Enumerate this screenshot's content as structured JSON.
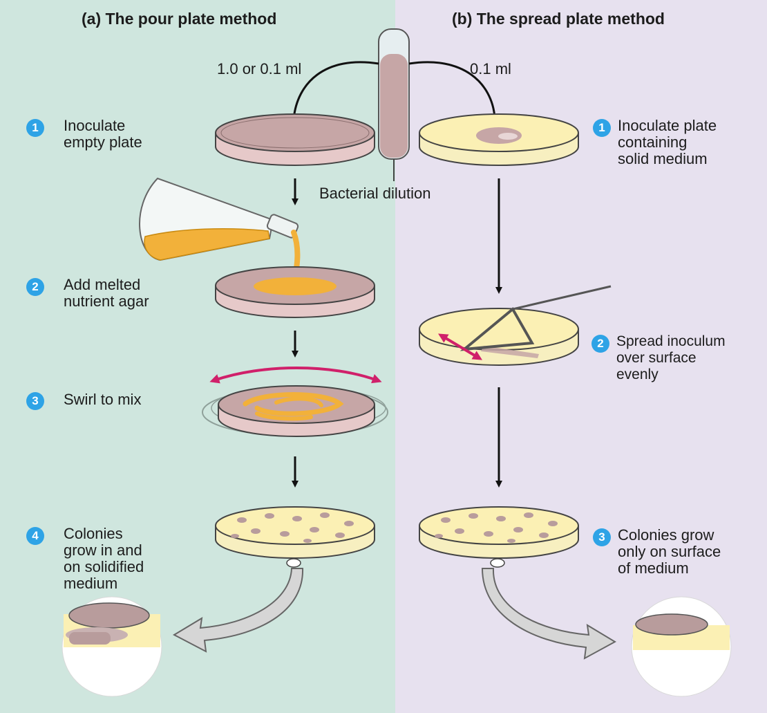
{
  "colors": {
    "panel_a_bg": "#cfe6de",
    "panel_b_bg": "#e7e1ef",
    "step_badge": "#2ea3e6",
    "broth": "#c6a6a6",
    "agar": "#fbf0b4",
    "melted_agar": "#f2b13a",
    "swirl_arrow": "#d0206a"
  },
  "pour_plate": {
    "title": "(a) The pour plate method",
    "volume_label": "1.0 or 0.1 ml",
    "steps": [
      {
        "number": "1",
        "text": "Inoculate\nempty plate"
      },
      {
        "number": "2",
        "text": "Add melted\nnutrient agar"
      },
      {
        "number": "3",
        "text": "Swirl to mix"
      },
      {
        "number": "4",
        "text": "Colonies\ngrow in and\non solidified\nmedium"
      }
    ]
  },
  "spread_plate": {
    "title": "(b) The spread plate method",
    "volume_label": "0.1 ml",
    "steps": [
      {
        "number": "1",
        "text": "Inoculate plate\ncontaining\nsolid medium"
      },
      {
        "number": "2",
        "text": "Spread inoculum\nover surface\nevenly"
      },
      {
        "number": "3",
        "text": "Colonies grow\nonly on surface\nof medium"
      }
    ]
  },
  "tube_label": "Bacterial dilution"
}
